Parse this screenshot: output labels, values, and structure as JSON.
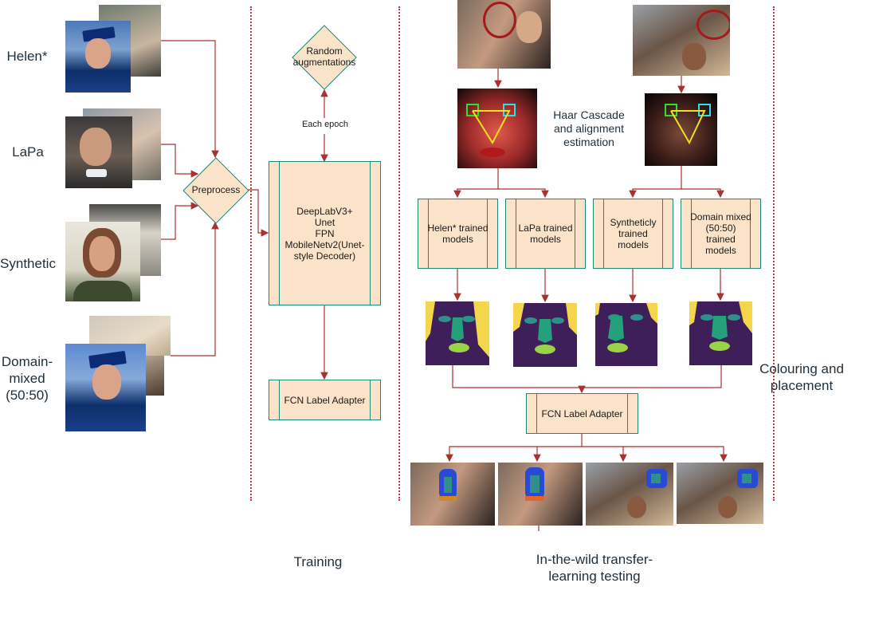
{
  "datasets": {
    "helen": "Helen*",
    "lapa": "LaPa",
    "synthetic": "Synthetic",
    "domain_mixed": "Domain-\nmixed\n(50:50)"
  },
  "preprocess": "Preprocess",
  "random_aug": "Random\naugmentations",
  "each_epoch": "Each epoch",
  "models_box": "DeepLabV3+\nUnet\nFPN\nMobileNetv2(Unet-\nstyle Decoder)",
  "fcn_adapter": "FCN Label Adapter",
  "haar": "Haar Cascade\nand alignment\nestimation",
  "trained": {
    "helen": "Helen* trained\nmodels",
    "lapa": "LaPa trained\nmodels",
    "synthetic": "Syntheticly\ntrained\nmodels",
    "mixed": "Domain mixed\n(50:50)\ntrained\nmodels"
  },
  "fcn_adapter_test": "FCN Label Adapter",
  "colouring": "Colouring and\nplacement",
  "training": "Training",
  "wild_testing": "In-the-wild transfer-\nlearning testing",
  "colors": {
    "box_fill": "#fae3c8",
    "box_border": "#1d8a7a",
    "arrow": "#a83232",
    "seg_bg": "#3e1f5a",
    "seg_face": "#2f8f8a",
    "seg_feature": "#f3d64b"
  }
}
